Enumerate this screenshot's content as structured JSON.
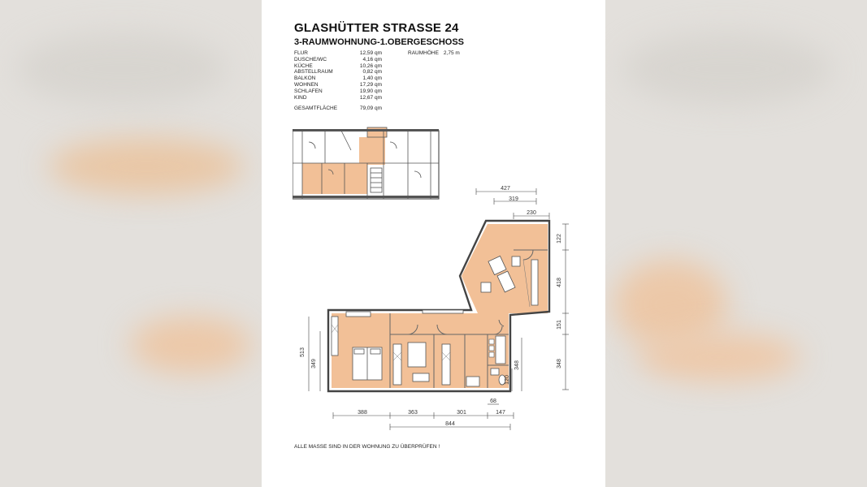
{
  "header": {
    "title": "GLASHÜTTER STRASSE 24",
    "subtitle": "3-RAUMWOHNUNG-1.OBERGESCHOSS"
  },
  "areas": [
    {
      "label": "FLUR",
      "value": "12,59 qm"
    },
    {
      "label": "DUSCHE/WC",
      "value": "4,16 qm"
    },
    {
      "label": "KÜCHE",
      "value": "10,26 qm"
    },
    {
      "label": "ABSTELLRAUM",
      "value": "0,82 qm"
    },
    {
      "label": "BALKON",
      "value": "1,40 qm"
    },
    {
      "label": "WOHNEN",
      "value": "17,29 qm"
    },
    {
      "label": "SCHLAFEN",
      "value": "19,90 qm"
    },
    {
      "label": "KIND",
      "value": "12,67 qm"
    }
  ],
  "total": {
    "label": "GESAMTFLÄCHE",
    "value": "79,09 qm"
  },
  "room_height": {
    "label": "RAUMHÖHE",
    "value": "2,75 m"
  },
  "dimensions": {
    "top_427": "427",
    "top_319": "319",
    "top_230": "230",
    "right_122": "122",
    "right_418": "418",
    "right_151": "151",
    "right_348": "348",
    "left_513": "513",
    "left_349": "349",
    "inner_348": "348",
    "inner_120": "120",
    "bottom_68": "68",
    "bottom_388": "388",
    "bottom_363": "363",
    "bottom_301": "301",
    "bottom_147": "147",
    "bottom_844": "844"
  },
  "footer": "ALLE MASSE SIND IN DER WOHNUNG ZU ÜBERPRÜFEN !",
  "colors": {
    "room_fill": "#f2c097",
    "wall": "#555555",
    "sheet": "#ffffff",
    "backdrop": "#e3e0dc"
  }
}
